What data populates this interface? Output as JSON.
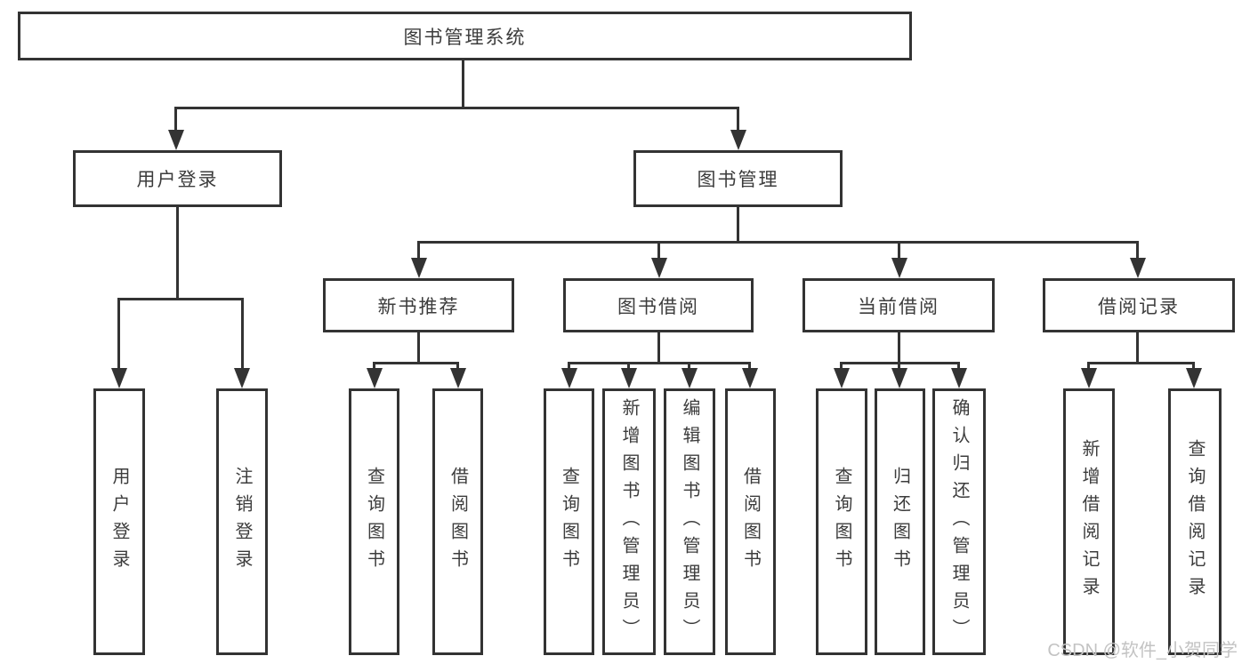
{
  "tree": {
    "root": {
      "label": "图书管理系统"
    },
    "children": [
      {
        "label": "用户登录",
        "leaves": [
          "用户登录",
          "注销登录"
        ]
      },
      {
        "label": "图书管理",
        "children": [
          {
            "label": "新书推荐",
            "leaves": [
              "查询图书",
              "借阅图书"
            ]
          },
          {
            "label": "图书借阅",
            "leaves": [
              "查询图书",
              "新增图书（管理员）",
              "编辑图书（管理员）",
              "借阅图书"
            ]
          },
          {
            "label": "当前借阅",
            "leaves": [
              "查询图书",
              "归还图书",
              "确认归还（管理员）"
            ]
          },
          {
            "label": "借阅记录",
            "leaves": [
              "新增借阅记录",
              "查询借阅记录"
            ]
          }
        ]
      }
    ]
  },
  "watermark": "CSDN @软件_小贺同学",
  "colors": {
    "line": "#333333",
    "text": "#3c3c3c",
    "watermark": "#c3c3c3",
    "background": "#ffffff"
  }
}
